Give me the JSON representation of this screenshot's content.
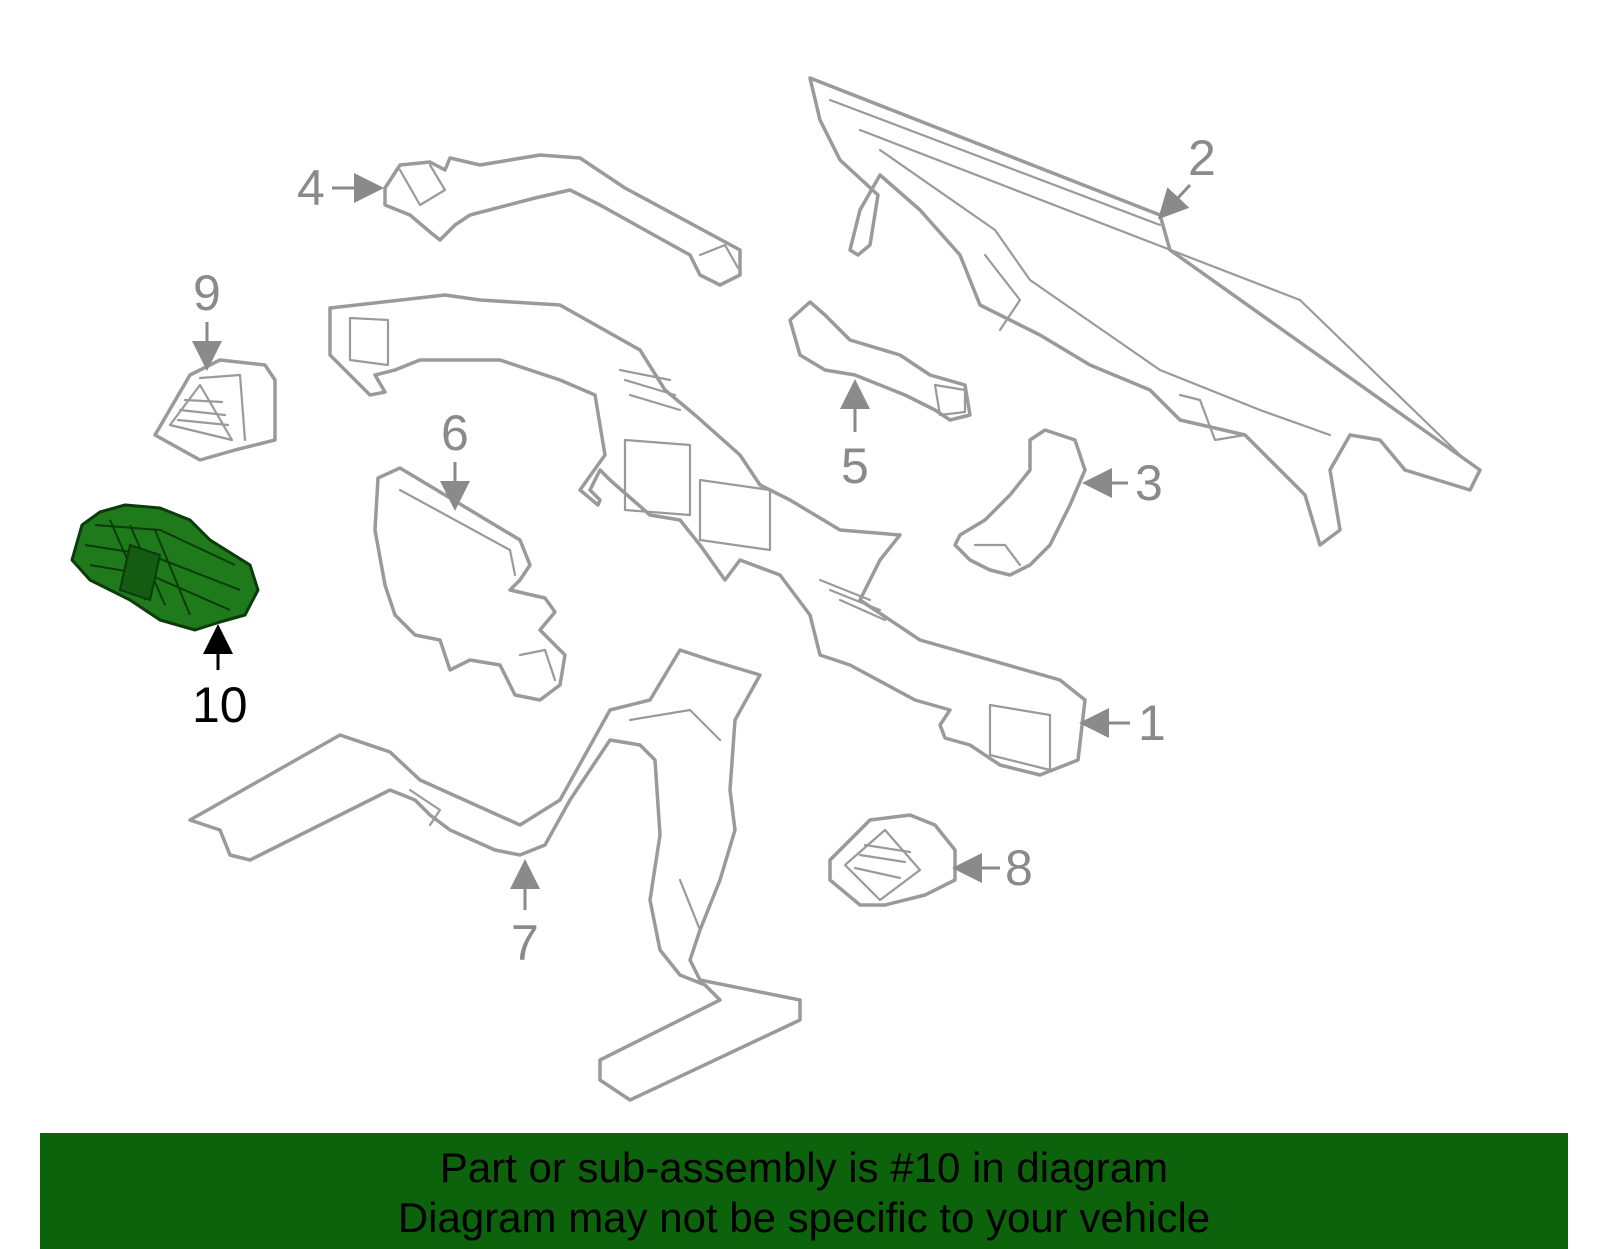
{
  "diagram": {
    "highlighted_part": "10",
    "highlight_color": "#1f7a1c",
    "callouts": [
      "1",
      "2",
      "3",
      "4",
      "5",
      "6",
      "7",
      "8",
      "9",
      "10"
    ]
  },
  "banner": {
    "line1": "Part or sub-assembly is #10 in diagram",
    "line2": "Diagram may not be specific to your vehicle",
    "background": "#0d630b"
  }
}
